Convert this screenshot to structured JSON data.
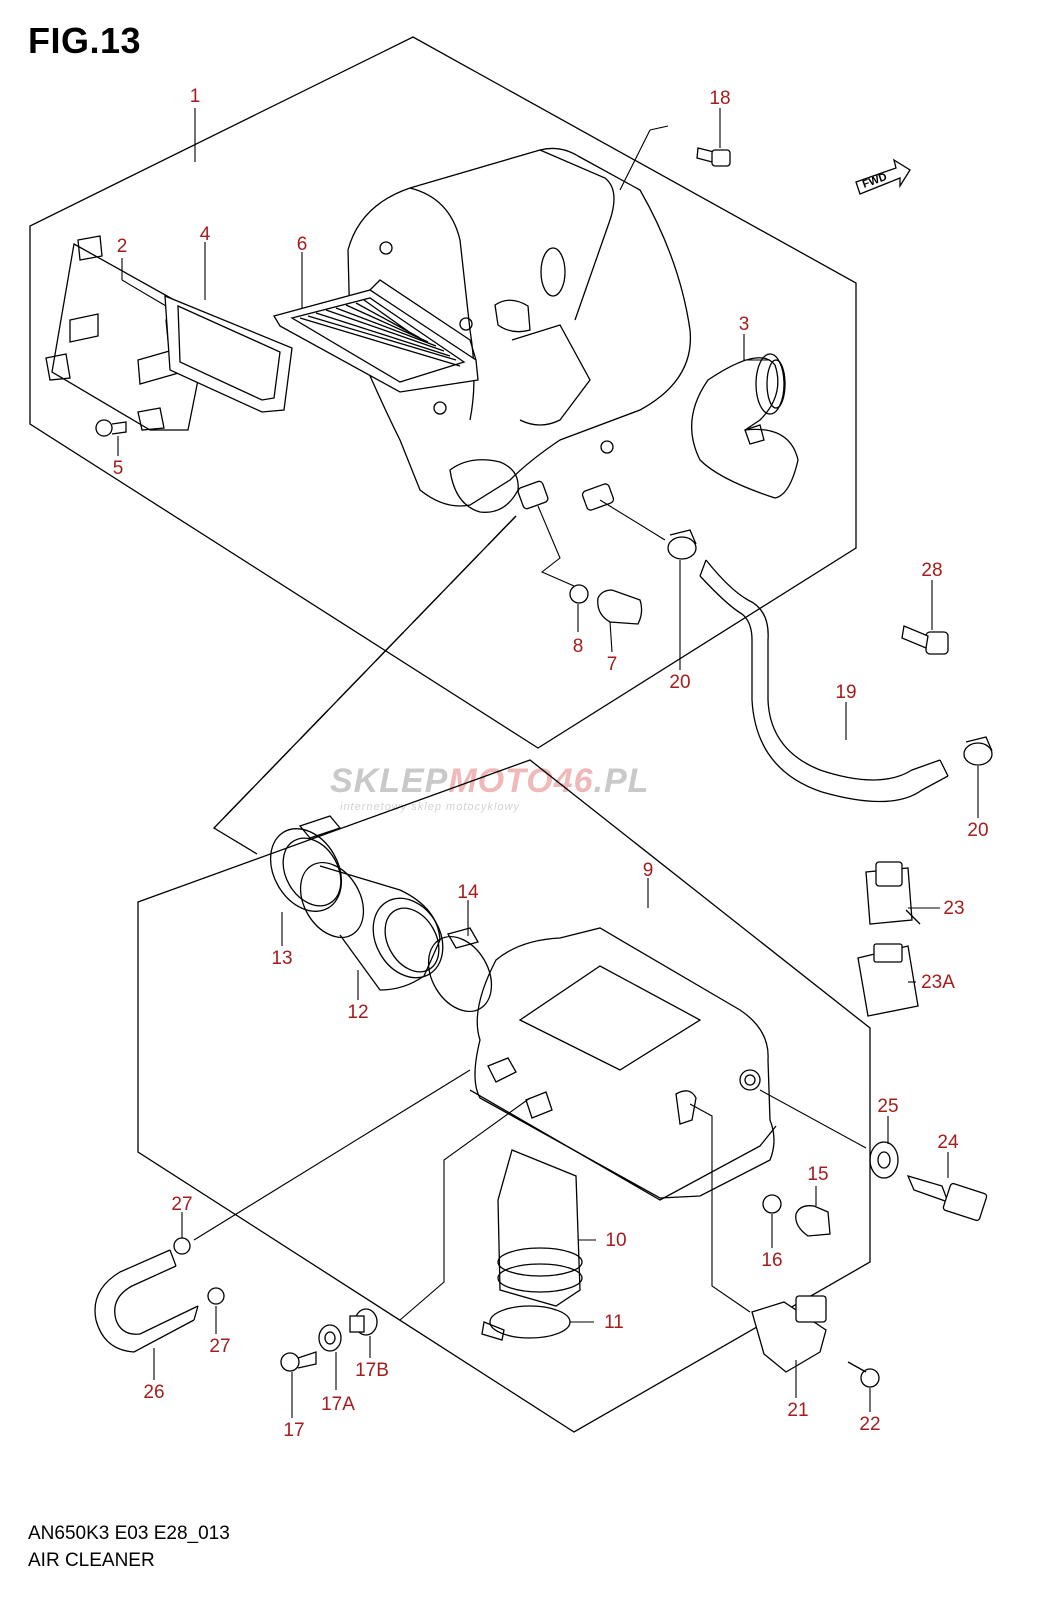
{
  "header": {
    "figure_title": "FIG.13"
  },
  "footer": {
    "model_code": "AN650K3 E03 E28_013",
    "section_title": "AIR CLEANER"
  },
  "watermark": {
    "brand_main": "SKLEP",
    "brand_accent": "MOTO46",
    "brand_suffix": ".PL",
    "tagline": "internetowy sklep motocyklowy"
  },
  "direction_arrow": {
    "label": "FWD"
  },
  "callout_color": "#a61c1c",
  "callouts": [
    {
      "id": "c1",
      "label": "1"
    },
    {
      "id": "c2",
      "label": "2"
    },
    {
      "id": "c3",
      "label": "3"
    },
    {
      "id": "c4",
      "label": "4"
    },
    {
      "id": "c5",
      "label": "5"
    },
    {
      "id": "c6",
      "label": "6"
    },
    {
      "id": "c7",
      "label": "7"
    },
    {
      "id": "c8",
      "label": "8"
    },
    {
      "id": "c9",
      "label": "9"
    },
    {
      "id": "c10",
      "label": "10"
    },
    {
      "id": "c11",
      "label": "11"
    },
    {
      "id": "c12",
      "label": "12"
    },
    {
      "id": "c13",
      "label": "13"
    },
    {
      "id": "c14",
      "label": "14"
    },
    {
      "id": "c15",
      "label": "15"
    },
    {
      "id": "c16",
      "label": "16"
    },
    {
      "id": "c17",
      "label": "17"
    },
    {
      "id": "c17a",
      "label": "17A"
    },
    {
      "id": "c17b",
      "label": "17B"
    },
    {
      "id": "c18",
      "label": "18"
    },
    {
      "id": "c19",
      "label": "19"
    },
    {
      "id": "c20a",
      "label": "20"
    },
    {
      "id": "c20b",
      "label": "20"
    },
    {
      "id": "c21",
      "label": "21"
    },
    {
      "id": "c22",
      "label": "22"
    },
    {
      "id": "c23",
      "label": "23"
    },
    {
      "id": "c23a",
      "label": "23A"
    },
    {
      "id": "c24",
      "label": "24"
    },
    {
      "id": "c25",
      "label": "25"
    },
    {
      "id": "c26",
      "label": "26"
    },
    {
      "id": "c27a",
      "label": "27"
    },
    {
      "id": "c27b",
      "label": "27"
    },
    {
      "id": "c28",
      "label": "28"
    }
  ]
}
